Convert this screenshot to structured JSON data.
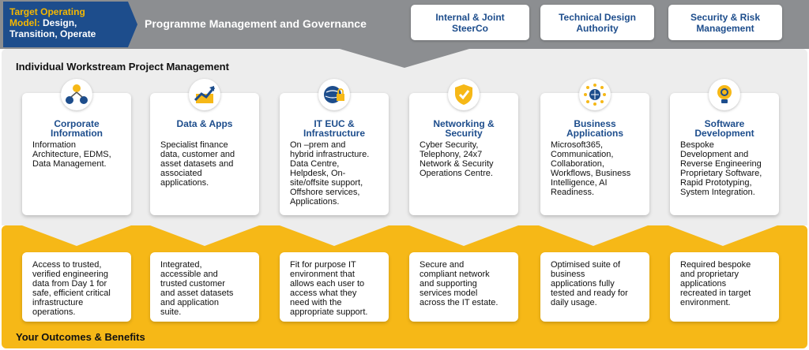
{
  "header": {
    "tom_line1": "Target Operating",
    "tom_line1b": "Model:",
    "tom_line1c": "Design,",
    "tom_line2": "Transition, Operate",
    "programme_title": "Programme Management and Governance",
    "governance": [
      {
        "line1": "Internal & Joint",
        "line2": "SteerCo"
      },
      {
        "line1": "Technical Design",
        "line2": "Authority"
      },
      {
        "line1": "Security & Risk",
        "line2": "Management"
      }
    ]
  },
  "workstream_title": "Individual Workstream Project Management",
  "outcomes_title": "Your Outcomes & Benefits",
  "colors": {
    "navy": "#1d4d8c",
    "gold": "#f6b817",
    "grey": "#8c8e91",
    "light": "#ededed"
  },
  "workstreams": [
    {
      "icon": "people-network-icon",
      "title1": "Corporate",
      "title2": "Information",
      "body": [
        "Information",
        "Architecture, EDMS,",
        "Data Management."
      ],
      "outcome": [
        "Access to trusted,",
        "verified engineering",
        "data from Day 1 for",
        "safe, efficient critical",
        "infrastructure",
        "operations."
      ]
    },
    {
      "icon": "chart-growth-icon",
      "title1": "Data & Apps",
      "title2": "",
      "body": [
        "Specialist finance",
        "data, customer and",
        "asset datasets and",
        "associated",
        "applications."
      ],
      "outcome": [
        "Integrated,",
        "accessible and",
        "trusted customer",
        "and asset datasets",
        "and application",
        "suite."
      ]
    },
    {
      "icon": "globe-lock-icon",
      "title1": "IT EUC &",
      "title2": "Infrastructure",
      "body": [
        "On –prem and",
        "hybrid infrastructure.",
        "Data Centre,",
        "Helpdesk, On-",
        "site/offsite support,",
        "Offshore services,",
        "Applications."
      ],
      "outcome": [
        "Fit for purpose IT",
        "environment that",
        "allows each user to",
        "access what they",
        "need with the",
        "appropriate support."
      ]
    },
    {
      "icon": "shield-check-icon",
      "title1": "Networking &",
      "title2": "Security",
      "body": [
        "Cyber Security,",
        "Telephony, 24x7",
        "Network & Security",
        "Operations Centre."
      ],
      "outcome": [
        "Secure and",
        "compliant network",
        "and supporting",
        "services model",
        "across the IT estate."
      ]
    },
    {
      "icon": "globe-network-icon",
      "title1": "Business",
      "title2": "Applications",
      "body": [
        "Microsoft365,",
        "Communication,",
        "Collaboration,",
        "Workflows, Business",
        "Intelligence, AI",
        "Readiness."
      ],
      "outcome": [
        "Optimised suite of",
        "business",
        "applications fully",
        "tested and ready for",
        "daily usage."
      ]
    },
    {
      "icon": "lightbulb-gear-icon",
      "title1": "Software",
      "title2": "Development",
      "body": [
        "Bespoke",
        "Development and",
        "Reverse Engineering",
        "Proprietary Software,",
        "Rapid Prototyping,",
        "System Integration."
      ],
      "outcome": [
        "Required bespoke",
        "and proprietary",
        "applications",
        "recreated in target",
        "environment."
      ]
    }
  ]
}
